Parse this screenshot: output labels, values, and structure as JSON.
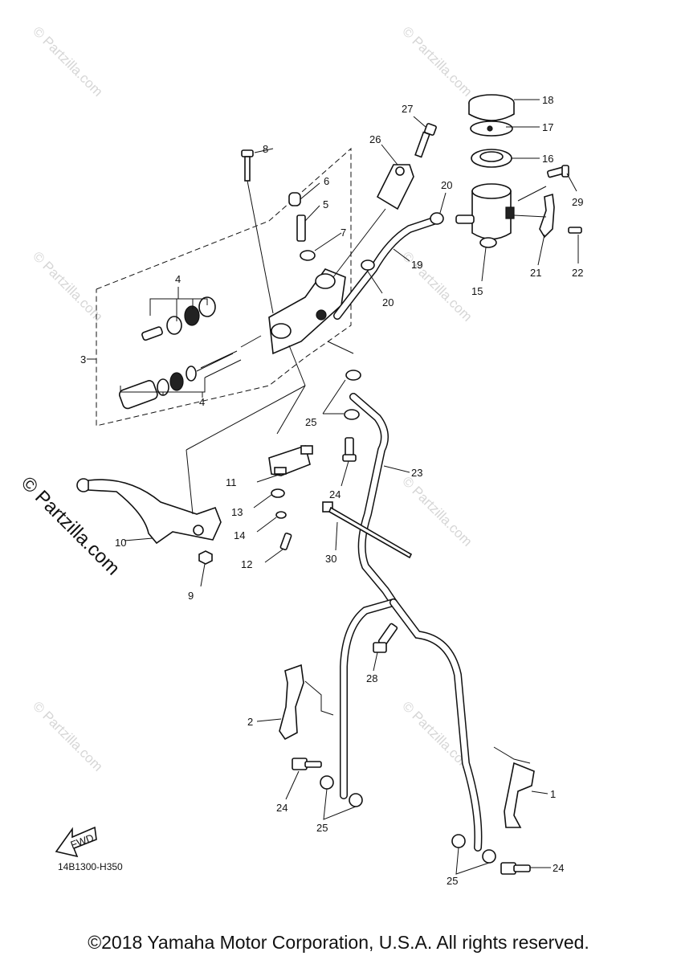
{
  "diagram": {
    "drawing_code": "14B1300-H350",
    "copyright": "©2018 Yamaha Motor Corporation, U.S.A. All rights reserved.",
    "brand_mark": "© Partzilla.com",
    "watermark": "© Partzilla.com",
    "fwd_label": "FWD",
    "callouts": [
      "1",
      "2",
      "3",
      "4",
      "4",
      "5",
      "6",
      "7",
      "8",
      "9",
      "10",
      "11",
      "12",
      "13",
      "14",
      "15",
      "16",
      "17",
      "18",
      "19",
      "20",
      "20",
      "21",
      "22",
      "23",
      "24",
      "24",
      "24",
      "25",
      "25",
      "25",
      "26",
      "27",
      "28",
      "29",
      "30"
    ]
  }
}
